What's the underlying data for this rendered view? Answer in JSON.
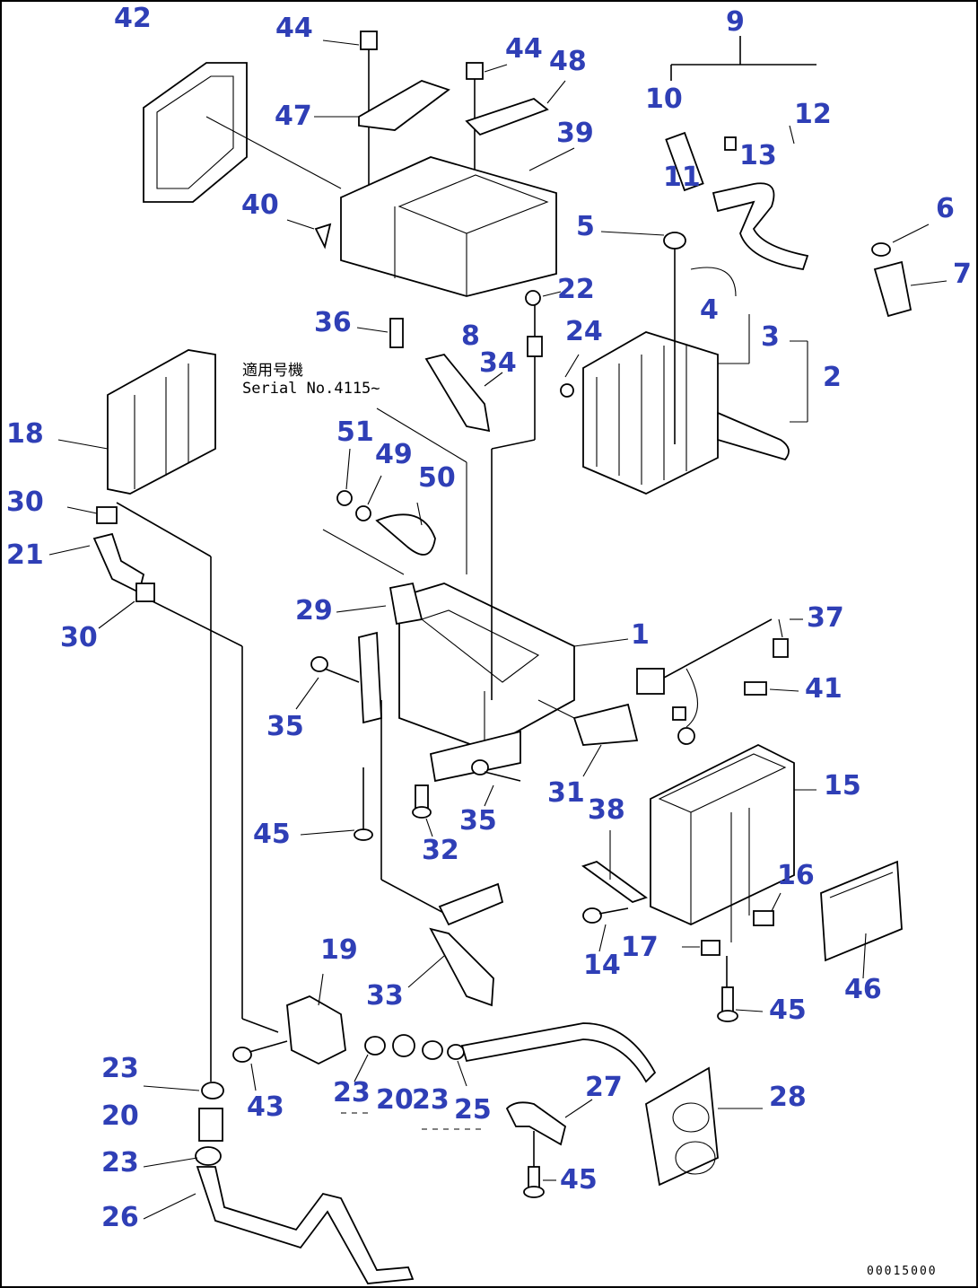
{
  "diagram": {
    "colors": {
      "label": "#2f3fb6",
      "line": "#000000"
    },
    "callouts": [
      {
        "id": "c42",
        "text": "42"
      },
      {
        "id": "c44a",
        "text": "44"
      },
      {
        "id": "c44b",
        "text": "44"
      },
      {
        "id": "c48",
        "text": "48"
      },
      {
        "id": "c9",
        "text": "9"
      },
      {
        "id": "c47",
        "text": "47"
      },
      {
        "id": "c39",
        "text": "39"
      },
      {
        "id": "c10",
        "text": "10"
      },
      {
        "id": "c12",
        "text": "12"
      },
      {
        "id": "c13",
        "text": "13"
      },
      {
        "id": "c11",
        "text": "11"
      },
      {
        "id": "c40",
        "text": "40"
      },
      {
        "id": "c5",
        "text": "5"
      },
      {
        "id": "c6",
        "text": "6"
      },
      {
        "id": "c7",
        "text": "7"
      },
      {
        "id": "c22",
        "text": "22"
      },
      {
        "id": "c36",
        "text": "36"
      },
      {
        "id": "c8",
        "text": "8"
      },
      {
        "id": "c4",
        "text": "4"
      },
      {
        "id": "c3",
        "text": "3"
      },
      {
        "id": "c24",
        "text": "24"
      },
      {
        "id": "c34",
        "text": "34"
      },
      {
        "id": "c2",
        "text": "2"
      },
      {
        "id": "c18",
        "text": "18"
      },
      {
        "id": "c51",
        "text": "51"
      },
      {
        "id": "c49",
        "text": "49"
      },
      {
        "id": "c50",
        "text": "50"
      },
      {
        "id": "c30a",
        "text": "30"
      },
      {
        "id": "c21",
        "text": "21"
      },
      {
        "id": "c30b",
        "text": "30"
      },
      {
        "id": "c29",
        "text": "29"
      },
      {
        "id": "c1",
        "text": "1"
      },
      {
        "id": "c37",
        "text": "37"
      },
      {
        "id": "c41",
        "text": "41"
      },
      {
        "id": "c35a",
        "text": "35"
      },
      {
        "id": "c15",
        "text": "15"
      },
      {
        "id": "c31",
        "text": "31"
      },
      {
        "id": "c38",
        "text": "38"
      },
      {
        "id": "c45a",
        "text": "45"
      },
      {
        "id": "c35b",
        "text": "35"
      },
      {
        "id": "c32",
        "text": "32"
      },
      {
        "id": "c16",
        "text": "16"
      },
      {
        "id": "c19",
        "text": "19"
      },
      {
        "id": "c14",
        "text": "14"
      },
      {
        "id": "c17",
        "text": "17"
      },
      {
        "id": "c45b",
        "text": "45"
      },
      {
        "id": "c46",
        "text": "46"
      },
      {
        "id": "c33",
        "text": "33"
      },
      {
        "id": "c27",
        "text": "27"
      },
      {
        "id": "c28",
        "text": "28"
      },
      {
        "id": "c23a",
        "text": "23"
      },
      {
        "id": "c43",
        "text": "43"
      },
      {
        "id": "c23b",
        "text": "23"
      },
      {
        "id": "c20a",
        "text": "20"
      },
      {
        "id": "c23c",
        "text": "23"
      },
      {
        "id": "c25",
        "text": "25"
      },
      {
        "id": "c20b",
        "text": "20"
      },
      {
        "id": "c23d",
        "text": "23"
      },
      {
        "id": "c45c",
        "text": "45"
      },
      {
        "id": "c26",
        "text": "26"
      }
    ],
    "serial_note": {
      "line1": "適用号機",
      "line2": "Serial No.4115~"
    },
    "document_code": "00015000"
  }
}
